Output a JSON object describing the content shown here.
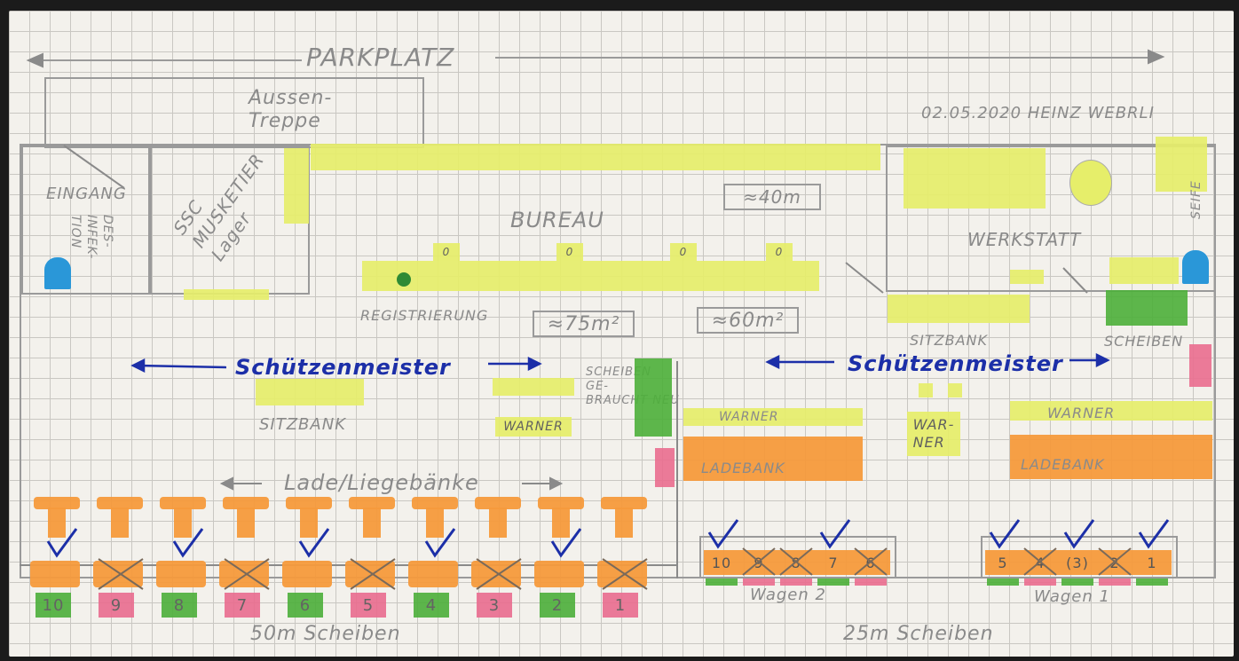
{
  "title_parking": "PARKPLATZ",
  "author_date": "02.05.2020 HEINZ WEBRLI",
  "labels": {
    "aussentreppe": "Aussen-\nTreppe",
    "eingang": "EINGANG",
    "desinfektion": "DES-\nINFEK-\nTION",
    "lager": "SSC\nMUSKETIER\nLager",
    "bureau": "BUREAU",
    "area_40": "≈40m",
    "registrierung": "REGISTRIERUNG",
    "area_75": "≈75m²",
    "area_60": "≈60m²",
    "werkstatt": "WERKSTATT",
    "seife": "SEIFE",
    "sitzbank_right": "SITZBANK",
    "scheiben_right": "SCHEIBEN",
    "schuetzenmeister_left": "Schützenmeister",
    "schuetzenmeister_right": "Schützenmeister",
    "sitzbank_left": "SITZBANK",
    "warner_left": "WARNER",
    "scheiben_gebraucht_neu": "SCHEIBEN\nGE-\nBRAUCHT NEU",
    "warner_mid": "WARNER",
    "ladebank_mid": "LADEBANK",
    "warner_box": "WAR-\nNER",
    "warner_far": "WARNER",
    "ladebank_far": "LADEBANK",
    "lade_liegebaenke": "Lade/Liegebänke",
    "scheiben_50": "50m Scheiben",
    "scheiben_25": "25m Scheiben",
    "wagen2": "Wagen 2",
    "wagen1": "Wagen 1"
  },
  "lanes_50m": [
    {
      "num": "10",
      "status": "ok",
      "color": "#4caf3a"
    },
    {
      "num": "9",
      "status": "x",
      "color": "#ea6d8f"
    },
    {
      "num": "8",
      "status": "ok",
      "color": "#4caf3a"
    },
    {
      "num": "7",
      "status": "x",
      "color": "#ea6d8f"
    },
    {
      "num": "6",
      "status": "ok",
      "color": "#4caf3a"
    },
    {
      "num": "5",
      "status": "x",
      "color": "#ea6d8f"
    },
    {
      "num": "4",
      "status": "ok",
      "color": "#4caf3a"
    },
    {
      "num": "3",
      "status": "x",
      "color": "#ea6d8f"
    },
    {
      "num": "2",
      "status": "ok",
      "color": "#4caf3a"
    },
    {
      "num": "1",
      "status": "x",
      "color": "#ea6d8f"
    }
  ],
  "wagen2_lanes": [
    {
      "num": "10",
      "status": "ok"
    },
    {
      "num": "9",
      "status": "x"
    },
    {
      "num": "8",
      "status": "x"
    },
    {
      "num": "7",
      "status": "ok"
    },
    {
      "num": "6",
      "status": "x"
    }
  ],
  "wagen1_lanes": [
    {
      "num": "5",
      "status": "ok"
    },
    {
      "num": "4",
      "status": "x"
    },
    {
      "num": "(3)",
      "status": "ok"
    },
    {
      "num": "2",
      "status": "x"
    },
    {
      "num": "1",
      "status": "ok"
    }
  ],
  "bureau_seats": [
    "0",
    "0",
    "0",
    "0"
  ],
  "colors": {
    "yellow": "#e6ee6a",
    "orange": "#f59a3c",
    "green": "#4caf3a",
    "pink": "#ea6d8f",
    "blue": "#1c2fa8",
    "cyan": "#2a97d8",
    "pencil": "#8a8a8a"
  }
}
